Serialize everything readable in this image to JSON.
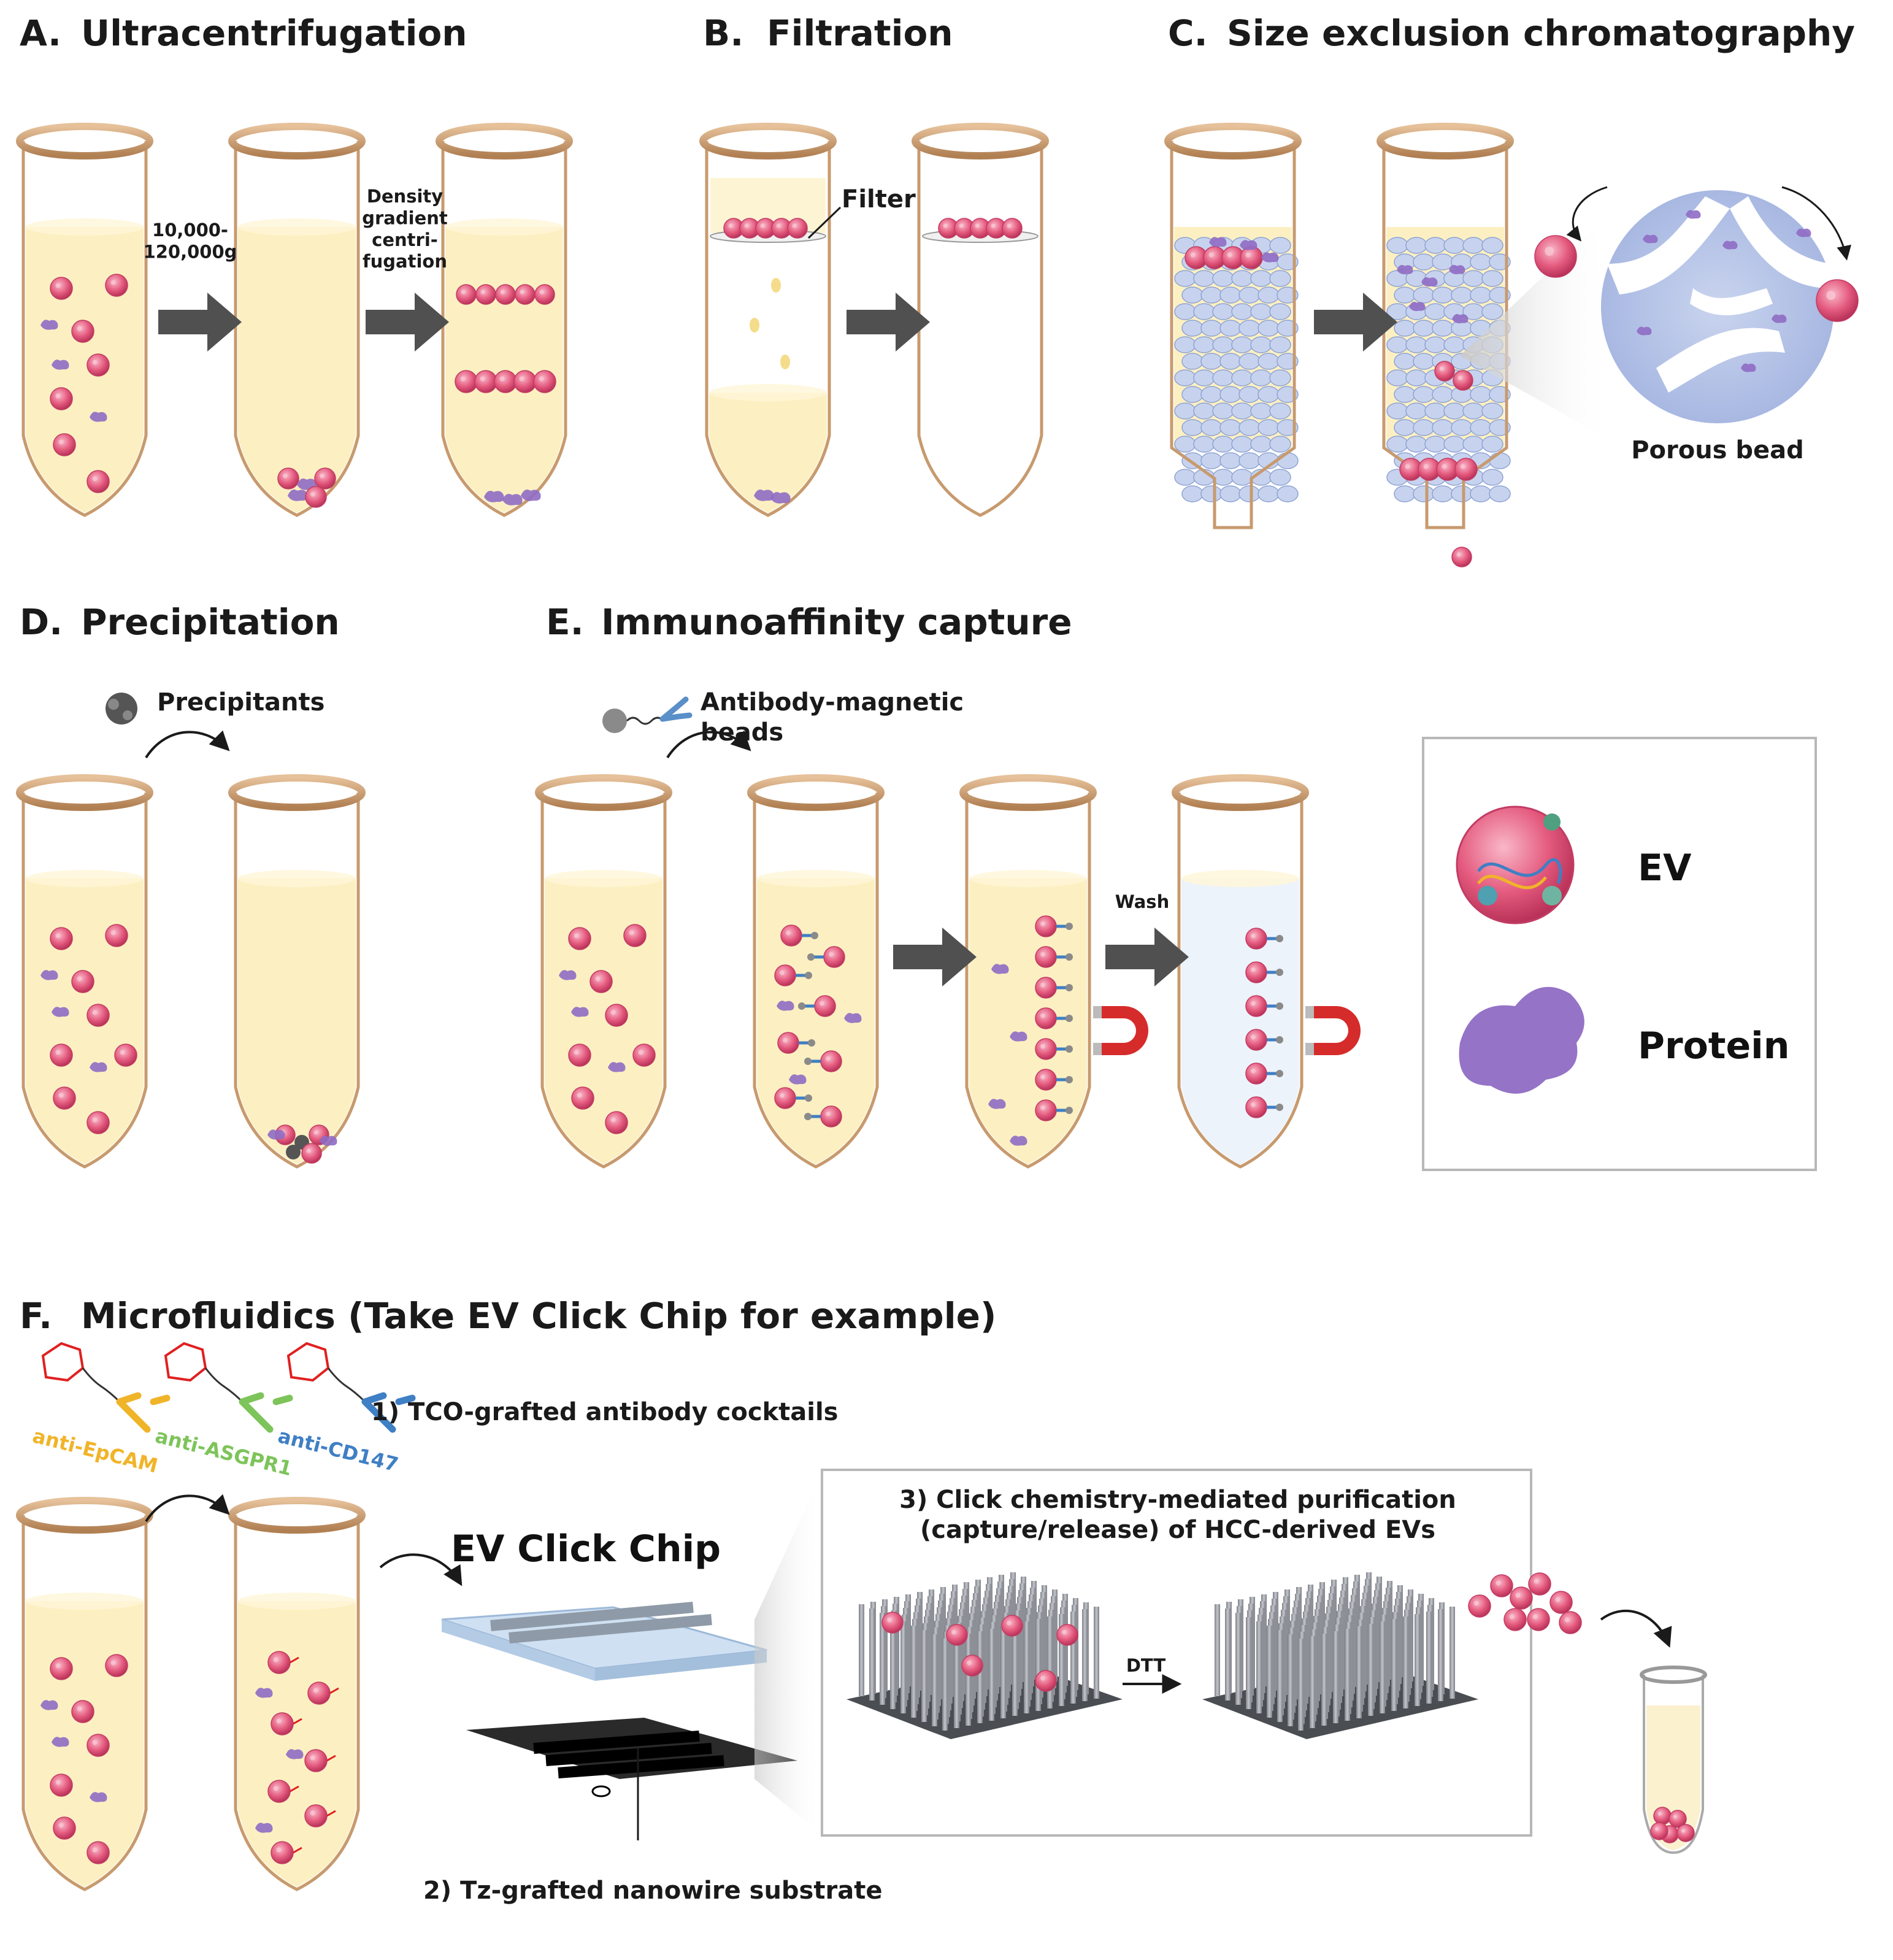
{
  "panels": {
    "A": {
      "letter": "A.",
      "title": "Ultracentrifugation",
      "speed_label": "10,000-\n120,000g",
      "gradient_label": "Density\ngradient\ncentri-\nfugation"
    },
    "B": {
      "letter": "B.",
      "title": "Filtration",
      "filter_label": "Filter"
    },
    "C": {
      "letter": "C.",
      "title": "Size exclusion chromatography",
      "bead_label": "Porous bead"
    },
    "D": {
      "letter": "D.",
      "title": "Precipitation",
      "reagent_label": "Precipitants"
    },
    "E": {
      "letter": "E.",
      "title": "Immunoaffinity capture",
      "reagent_label": "Antibody-magnetic\nbeads",
      "wash_label": "Wash"
    },
    "F": {
      "letter": "F.",
      "title": "Microfluidics (Take EV Click Chip for example)",
      "step1": "1) TCO-grafted antibody cocktails",
      "step2": "2) Tz-grafted nanowire substrate",
      "step3": "3) Click chemistry-mediated purification\n(capture/release) of HCC-derived EVs",
      "chip_label": "EV Click Chip",
      "dtt_label": "DTT",
      "antibodies": [
        {
          "label": "anti-EpCAM",
          "color": "#f0b429"
        },
        {
          "label": "anti-ASGPR1",
          "color": "#7dc45a"
        },
        {
          "label": "anti-CD147",
          "color": "#3f7fc4"
        }
      ]
    }
  },
  "legend": {
    "ev_label": "EV",
    "protein_label": "Protein"
  },
  "colors": {
    "liquid": "#fcf0c2",
    "tube_stroke": "#c79a6e",
    "rim": "#c8946a",
    "ev": "#e0567a",
    "protein": "#8f6bc4",
    "arrow": "#505050",
    "magnet": "#d62b2b",
    "nanowire": "#9a9da3",
    "tco": "#e02020"
  }
}
